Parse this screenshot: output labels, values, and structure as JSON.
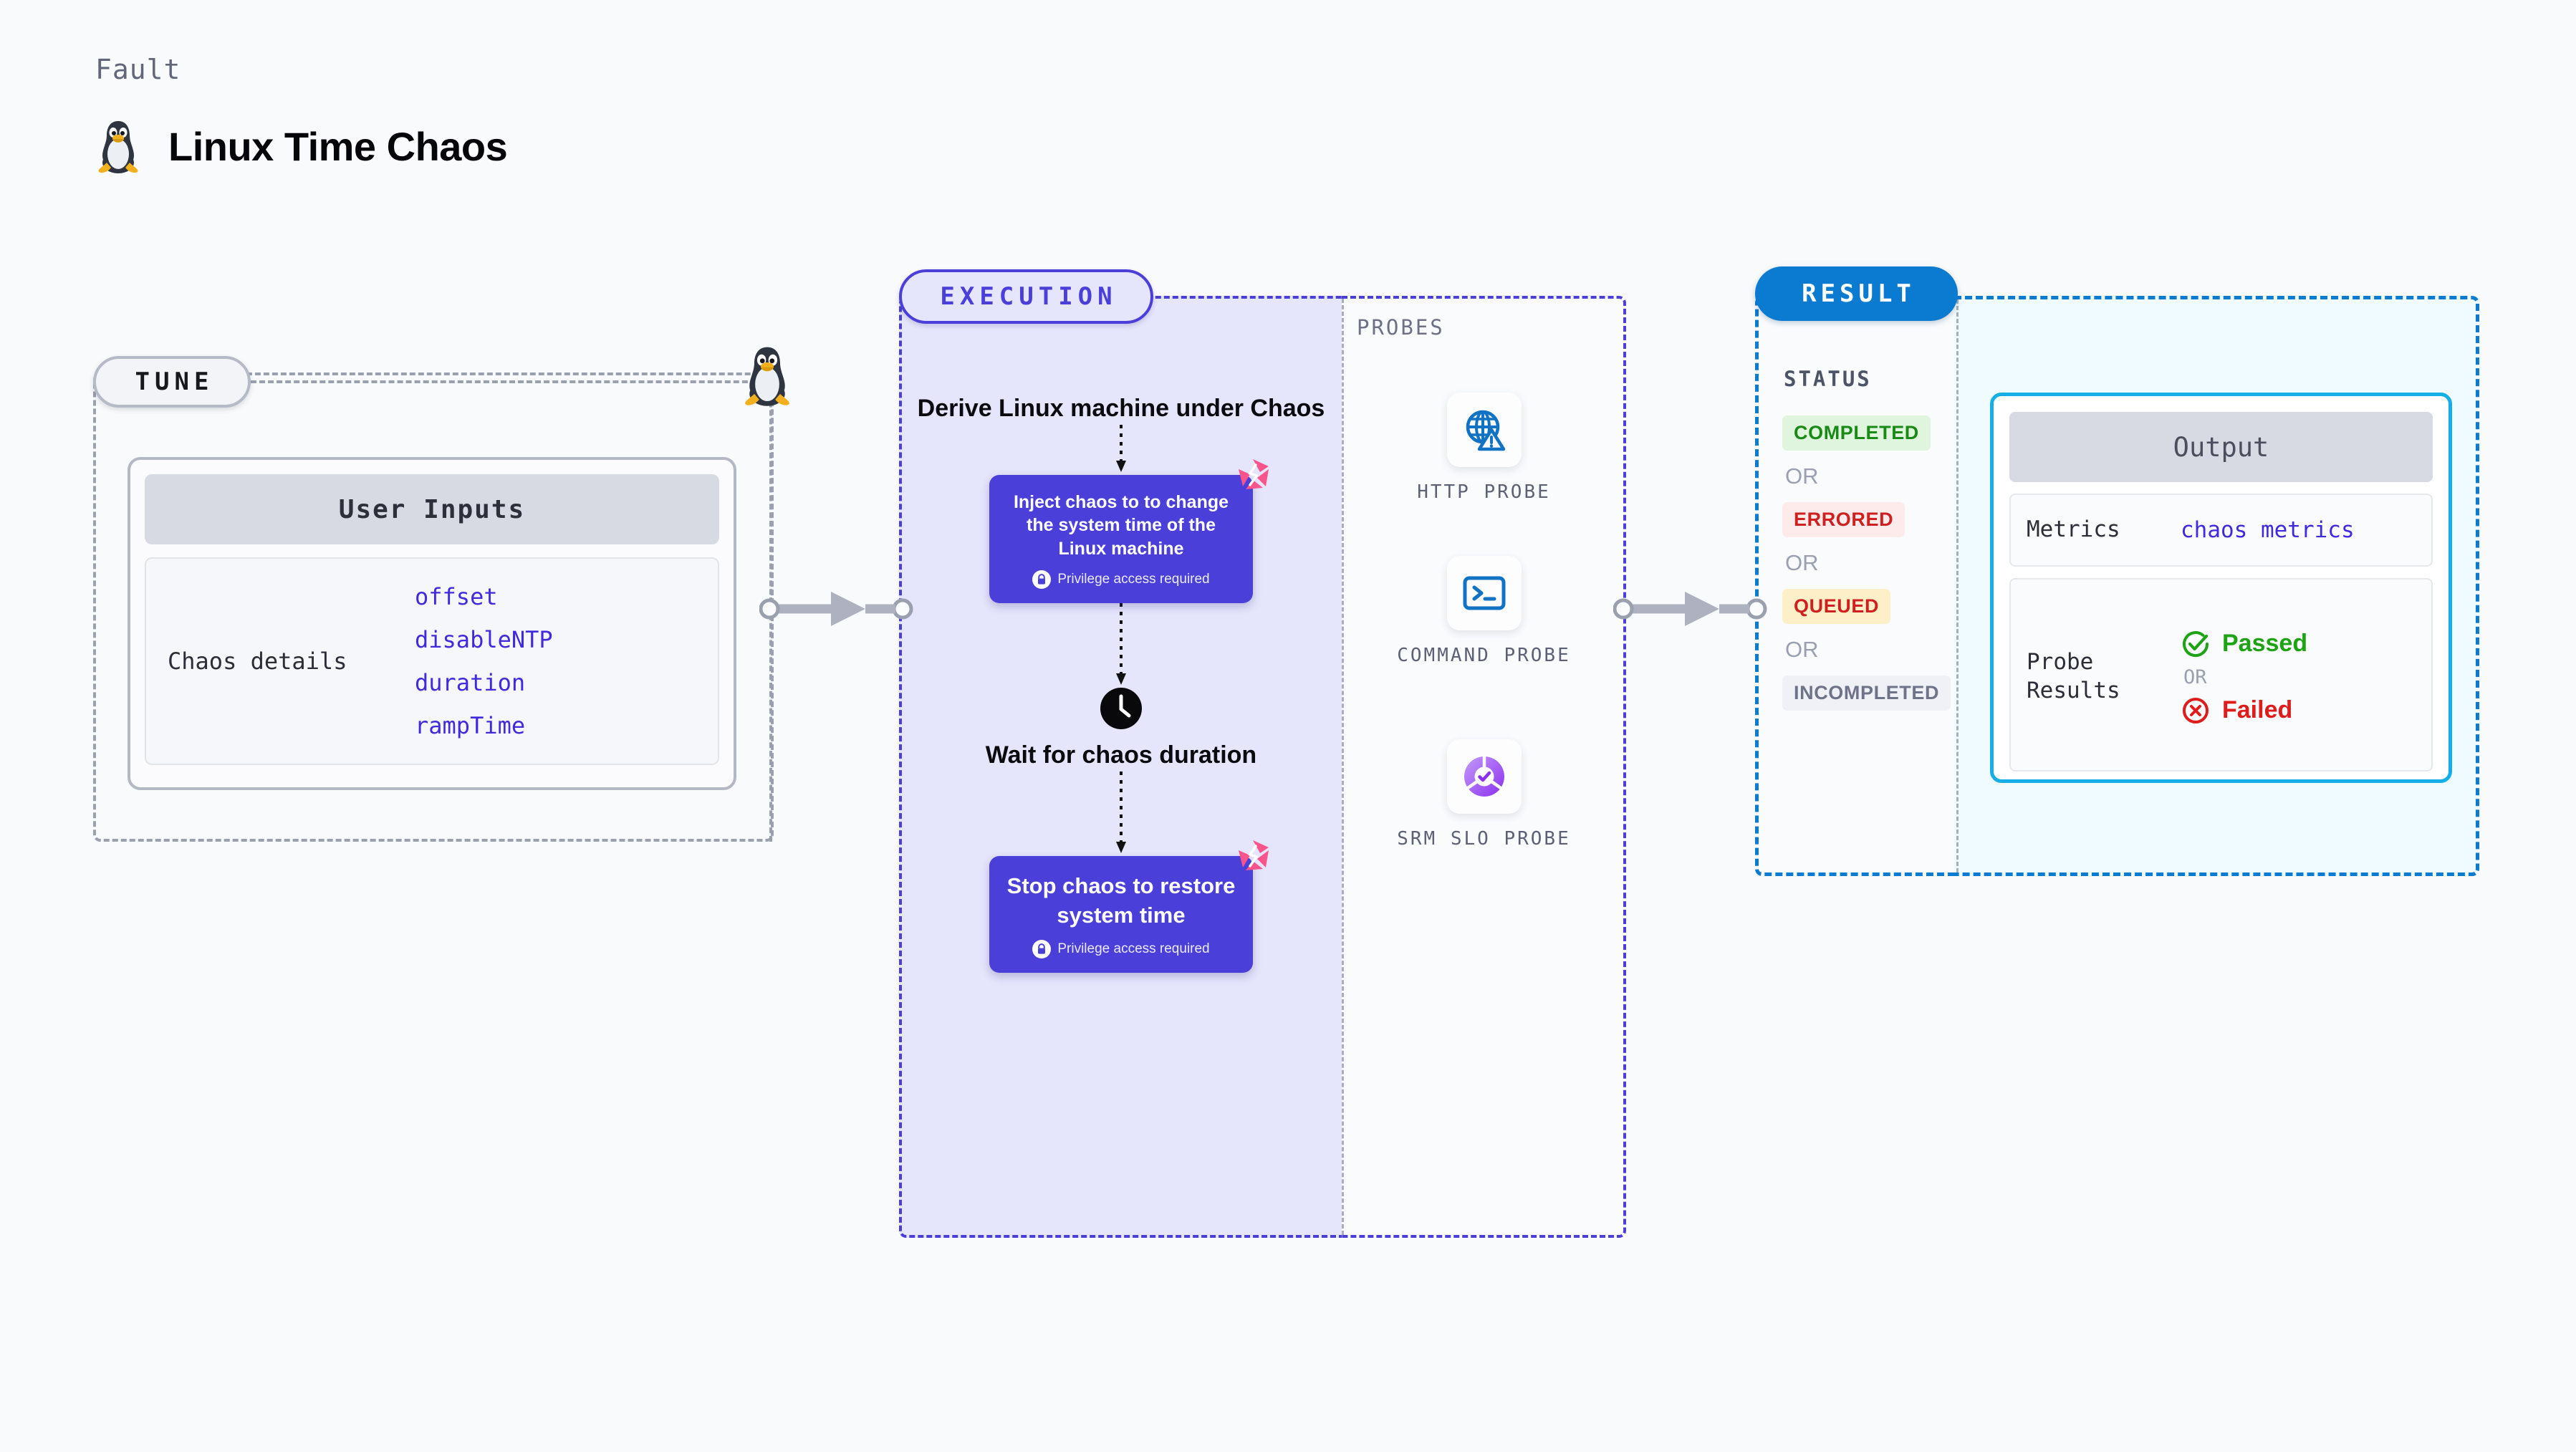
{
  "header": {
    "kicker": "Fault",
    "title": "Linux Time Chaos",
    "icon": "linux-penguin-icon"
  },
  "tune": {
    "pill_label": "TUNE",
    "card": {
      "header": "User Inputs",
      "details_label": "Chaos details",
      "params": [
        "offset",
        "disableNTP",
        "duration",
        "rampTime"
      ]
    },
    "edge_icon": "linux-penguin-icon"
  },
  "execution": {
    "pill_label": "EXECUTION",
    "steps": [
      {
        "type": "title",
        "text": "Derive Linux machine under Chaos"
      },
      {
        "type": "card",
        "text": "Inject chaos to to change the system time of the Linux machine",
        "note": "Privilege access required",
        "badge": "harness-chaos-icon",
        "lock": "lock-icon"
      },
      {
        "type": "icon-title",
        "icon": "clock-icon",
        "text": "Wait for chaos duration"
      },
      {
        "type": "card",
        "text": "Stop chaos to restore system time",
        "note": "Privilege access required",
        "badge": "harness-chaos-icon",
        "lock": "lock-icon"
      }
    ]
  },
  "probes": {
    "title": "PROBES",
    "items": [
      {
        "label": "HTTP PROBE",
        "icon": "globe-warning-icon"
      },
      {
        "label": "COMMAND PROBE",
        "icon": "terminal-icon"
      },
      {
        "label": "SRM SLO PROBE",
        "icon": "slo-check-icon"
      }
    ]
  },
  "result": {
    "pill_label": "RESULT",
    "status_title": "STATUS",
    "or_label": "OR",
    "statuses": [
      {
        "label": "COMPLETED",
        "bg": "#dff5dd",
        "fg": "#1a8a16"
      },
      {
        "label": "ERRORED",
        "bg": "#fdeaea",
        "fg": "#cf2020"
      },
      {
        "label": "QUEUED",
        "bg": "#fdf0c8",
        "fg": "#cf2020"
      },
      {
        "label": "INCOMPLETED",
        "bg": "#f0f1f6",
        "fg": "#6e7389"
      }
    ],
    "output": {
      "header": "Output",
      "metrics_label": "Metrics",
      "metrics_value": "chaos metrics",
      "probe_results_label": "Probe Results",
      "passed_label": "Passed",
      "failed_label": "Failed",
      "or_label": "OR",
      "passed_icon": "check-circle-icon",
      "failed_icon": "x-circle-icon"
    }
  },
  "colors": {
    "purple": "#4a3fd9",
    "blue": "#0b7ad1",
    "cyan": "#15aee6",
    "pink": "#f9558c",
    "green": "#1a8a16",
    "red": "#cf2020"
  }
}
